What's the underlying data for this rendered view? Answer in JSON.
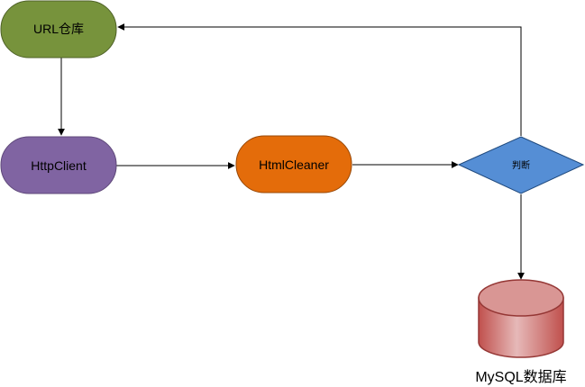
{
  "nodes": {
    "url_repo": {
      "label": "URL仓库",
      "fill": "#77933c",
      "stroke": "#4f6228"
    },
    "httpclient": {
      "label": "HttpClient",
      "fill": "#8064a2",
      "stroke": "#5f497a"
    },
    "htmlcleaner": {
      "label": "HtmlCleaner",
      "fill": "#e46c0a",
      "stroke": "#984807"
    },
    "decision": {
      "label": "判断",
      "fill": "#558ed5",
      "stroke": "#1f497d"
    },
    "database": {
      "label": "MySQL数据库",
      "fill": "#d99694",
      "stroke": "#953735"
    }
  },
  "edges": [
    {
      "from": "url_repo",
      "to": "httpclient"
    },
    {
      "from": "httpclient",
      "to": "htmlcleaner"
    },
    {
      "from": "htmlcleaner",
      "to": "decision"
    },
    {
      "from": "decision",
      "to": "database"
    },
    {
      "from": "decision",
      "to": "url_repo"
    }
  ]
}
